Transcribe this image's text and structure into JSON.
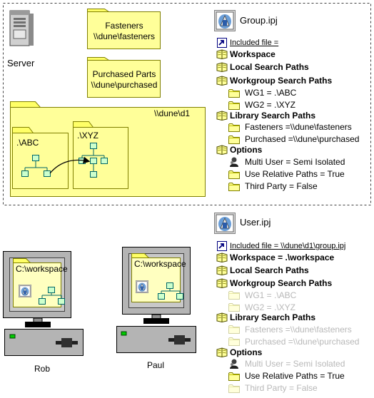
{
  "top": {
    "server_label": "Server",
    "fasteners_folder": {
      "name": "Fasteners",
      "path": "\\\\dune\\fasteners"
    },
    "purchased_folder": {
      "name": "Purchased Parts",
      "path": "\\\\dune\\purchased"
    },
    "d1_folder": {
      "path": "\\\\dune\\d1"
    },
    "abc_folder": {
      "name": ".\\ABC"
    },
    "xyz_folder": {
      "name": ".\\XYZ"
    },
    "project": {
      "title": "Group.ipj",
      "included_file": "Included file =",
      "workspace": "Workspace",
      "local_search_paths": "Local Search Paths",
      "workgroup_search_paths": "Workgroup Search Paths",
      "wg1": "WG1 = .\\ABC",
      "wg2": "WG2 = .\\XYZ",
      "library_search_paths": "Library Search Paths",
      "lib_fasteners": "Fasteners =\\\\dune\\fasteners",
      "lib_purchased": "Purchased =\\\\dune\\purchased",
      "options": "Options",
      "multi_user": "Multi User = Semi Isolated",
      "relative_paths": "Use Relative Paths = True",
      "third_party": "Third Party = False"
    }
  },
  "bottom": {
    "rob_label": "Rob",
    "paul_label": "Paul",
    "rob_workspace": "C:\\workspace",
    "paul_workspace": "C:\\workspace",
    "project": {
      "title": "User.ipj",
      "included_file": "Included file =  \\\\dune\\d1\\group.ipj",
      "workspace": "Workspace  =   .\\workspace",
      "local_search_paths": "Local Search Paths",
      "workgroup_search_paths": "Workgroup Search Paths",
      "wg1": "WG1 = .\\ABC",
      "wg2": "WG2 = .\\XYZ",
      "library_search_paths": "Library Search Paths",
      "lib_fasteners": "Fasteners =\\\\dune\\fasteners",
      "lib_purchased": "Purchased =\\\\dune\\purchased",
      "options": "Options",
      "multi_user": "Multi User = Semi Isolated",
      "relative_paths": "Use Relative Paths = True",
      "third_party": "Third Party = False"
    }
  },
  "colors": {
    "folder_fill": "#ffff99",
    "folder_tab": "#ffff66",
    "folder_stroke": "#808000",
    "node_fill": "#ccffcc",
    "node_stroke": "#006666",
    "monitor_gray": "#b4b4b4",
    "screen_fill": "#ffffc0"
  },
  "icons": {
    "server": "server-icon",
    "project": "inventor-project-icon",
    "book": "book-icon",
    "folder": "folder-icon",
    "include": "include-file-icon",
    "user_options": "user-options-icon",
    "monitor": "monitor-icon",
    "computer": "computer-box-icon"
  }
}
